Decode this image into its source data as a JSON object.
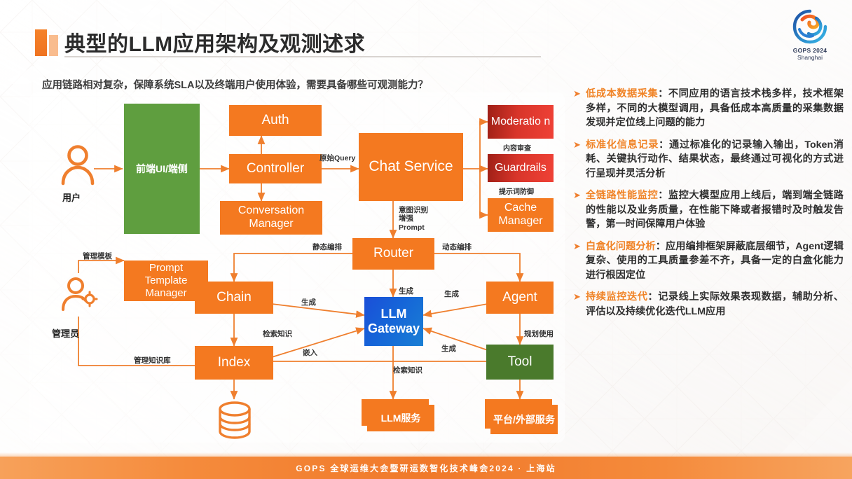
{
  "header": {
    "title": "典型的LLM应用架构及观测述求",
    "subtitle": "应用链路相对复杂，保障系统SLA以及终端用户使用体验，需要具备哪些可观测能力？",
    "logo": {
      "line1": "GOPS 2024",
      "line2": "Shanghai",
      "icon": "gops-logo-icon"
    }
  },
  "footer": {
    "text": "GOPS 全球运维大会暨研运数智化技术峰会2024 · 上海站"
  },
  "colors": {
    "accent_orange": "#f47920",
    "green": "#5f9e3f",
    "green_dark": "#4a7a2c",
    "red": "#d8352a",
    "blue": "#1565d8",
    "title_text": "#2b2b2b",
    "bullet_head": "#f08326"
  },
  "diagram": {
    "personas": [
      {
        "id": "user",
        "label": "用户",
        "icon": "person-icon"
      },
      {
        "id": "admin",
        "label": "管理员",
        "icon": "person-gear-icon"
      }
    ],
    "nodes": [
      {
        "id": "frontend",
        "label": "前端UI/端侧",
        "color": "green"
      },
      {
        "id": "auth",
        "label": "Auth",
        "color": "orange"
      },
      {
        "id": "controller",
        "label": "Controller",
        "color": "orange"
      },
      {
        "id": "conversation-manager",
        "label": "Conversation Manager",
        "color": "orange"
      },
      {
        "id": "chat-service",
        "label": "Chat Service",
        "color": "orange"
      },
      {
        "id": "moderation",
        "label": "Moderatio n",
        "color": "red"
      },
      {
        "id": "guardrails",
        "label": "Guardrails",
        "color": "red"
      },
      {
        "id": "cache-manager",
        "label": "Cache Manager",
        "color": "orange"
      },
      {
        "id": "router",
        "label": "Router",
        "color": "orange"
      },
      {
        "id": "prompt-template-manager",
        "label": "Prompt Template Manager",
        "color": "orange"
      },
      {
        "id": "chain",
        "label": "Chain",
        "color": "orange"
      },
      {
        "id": "agent",
        "label": "Agent",
        "color": "orange"
      },
      {
        "id": "llm-gateway",
        "label": "LLM Gateway",
        "color": "blue"
      },
      {
        "id": "index",
        "label": "Index",
        "color": "orange"
      },
      {
        "id": "tool",
        "label": "Tool",
        "color": "green-dark"
      },
      {
        "id": "llm-service",
        "label": "LLM服务",
        "color": "orange"
      },
      {
        "id": "platform-service",
        "label": "平台/外部服务",
        "color": "orange"
      }
    ],
    "node_captions": [
      {
        "for": "moderation",
        "text": "内容审查"
      },
      {
        "for": "guardrails",
        "text": "提示词防御"
      }
    ],
    "edge_labels": [
      {
        "id": "raw-query",
        "text": "原始Query"
      },
      {
        "id": "intent-prompt",
        "text": "意图识别\n增强\nPrompt"
      },
      {
        "id": "static-orchestration",
        "text": "静态编排"
      },
      {
        "id": "dynamic-orchestration",
        "text": "动态编排"
      },
      {
        "id": "manage-template",
        "text": "管理模板"
      },
      {
        "id": "manage-kb",
        "text": "管理知识库"
      },
      {
        "id": "generate-chain",
        "text": "生成"
      },
      {
        "id": "generate-router",
        "text": "生成"
      },
      {
        "id": "generate-agent",
        "text": "生成"
      },
      {
        "id": "generate-tool",
        "text": "生成"
      },
      {
        "id": "retrieve-knowledge-chain",
        "text": "检索知识"
      },
      {
        "id": "retrieve-knowledge-index",
        "text": "检索知识"
      },
      {
        "id": "embed",
        "text": "嵌入"
      },
      {
        "id": "plan-use",
        "text": "规划使用"
      }
    ],
    "storage_icon": "database-icon"
  },
  "bullets": [
    {
      "head": "低成本数据采集",
      "body": "：不同应用的语言技术栈多样，技术框架多样，不同的大模型调用，具备低成本高质量的采集数据发现并定位线上问题的能力"
    },
    {
      "head": "标准化信息记录",
      "body": "：通过标准化的记录输入输出，Token消耗、关键执行动作、结果状态，最终通过可视化的方式进行呈现并灵活分析"
    },
    {
      "head": "全链路性能监控",
      "body": "：监控大模型应用上线后，端到端全链路的性能以及业务质量，在性能下降或者报错时及时触发告警，第一时间保障用户体验"
    },
    {
      "head": "白盒化问题分析",
      "body": "：应用编排框架屏蔽底层细节，Agent逻辑复杂、使用的工具质量参差不齐，具备一定的白盒化能力进行根因定位"
    },
    {
      "head": "持续监控迭代",
      "body": "：记录线上实际效果表现数据，辅助分析、评估以及持续优化迭代LLM应用"
    }
  ]
}
